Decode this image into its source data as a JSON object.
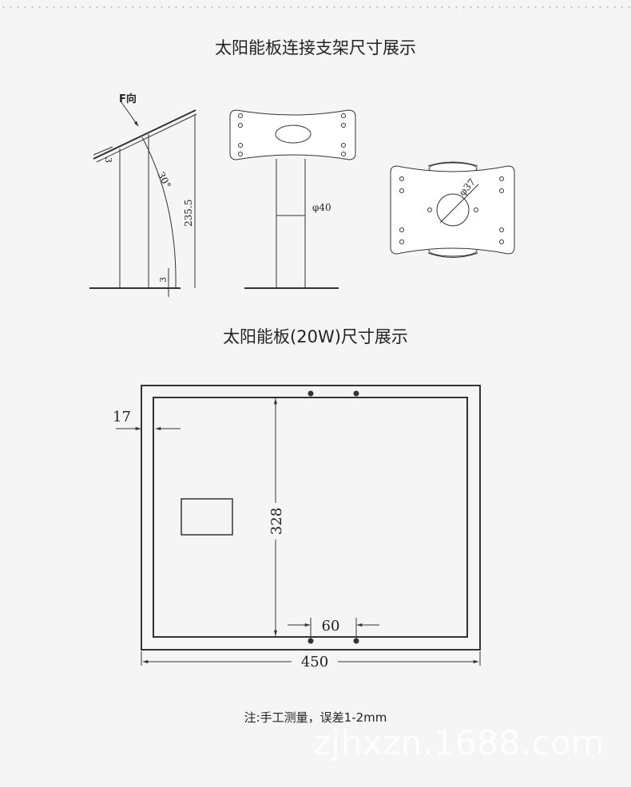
{
  "header": {
    "title_bracket": "太阳能板连接支架尺寸展示",
    "title_panel": "太阳能板(20W)尺寸展示"
  },
  "bracket_dims": {
    "direction_label": "F向",
    "angle": "30°",
    "thickness_top": "3",
    "height": "235.5",
    "thickness_bottom": "3",
    "pole_diameter": "φ40",
    "hole_diameter": "φ37"
  },
  "panel_dims": {
    "frame_width": "17",
    "height": "328",
    "hole_spacing": "60",
    "width": "450"
  },
  "footer": {
    "note": "注:手工测量，误差1-2mm",
    "watermark": "zjhxzn.1688.com"
  },
  "colors": {
    "background": "#f5f5f5",
    "line": "#333333",
    "plate_fill": "#ffffff"
  }
}
